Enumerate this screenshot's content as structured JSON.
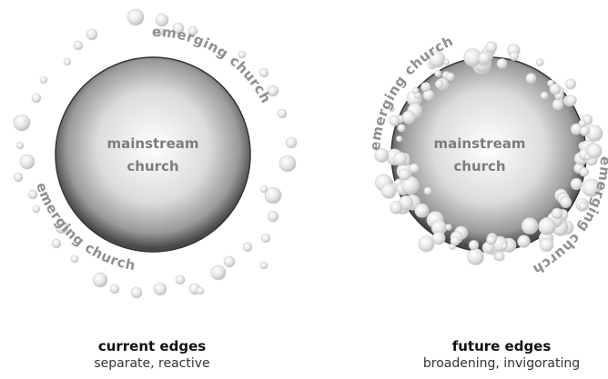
{
  "left": {
    "core_line1": "mainstream",
    "core_line2": "church",
    "ring_top": "emerging church",
    "ring_bottom": "emerging church",
    "caption_title": "current edges",
    "caption_sub": "separate, reactive"
  },
  "right": {
    "core_line1": "mainstream",
    "core_line2": "church",
    "ring_top": "emerging church",
    "ring_right": "emerging church",
    "caption_title": "future edges",
    "caption_sub": "broadening, invigorating"
  }
}
